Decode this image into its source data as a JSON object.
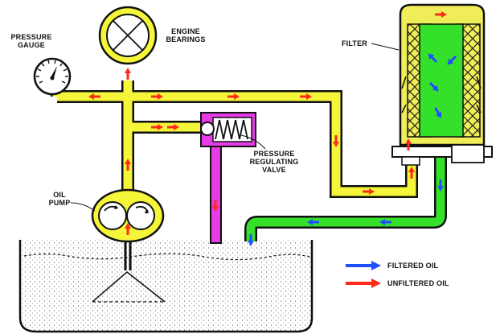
{
  "labels": {
    "pressure_gauge": [
      "PRESSURE",
      "GAUGE"
    ],
    "engine_bearings": [
      "ENGINE",
      "BEARINGS"
    ],
    "filter": "FILTER",
    "pressure_regulating_valve": [
      "PRESSURE",
      "REGULATING",
      "VALVE"
    ],
    "oil_pump": [
      "OIL",
      "PUMP"
    ]
  },
  "legend": [
    {
      "text": "FILTERED OIL",
      "color": "#1f4fff",
      "icon": "blue-arrow"
    },
    {
      "text": "UNFILTERED OIL",
      "color": "#ff2a1a",
      "icon": "red-arrow"
    }
  ],
  "colors": {
    "unfiltered_line": "#f5f53a",
    "filtered_line": "#35e02a",
    "valve": "#e63be6",
    "unfiltered_arrow": "#ff2a1a",
    "filtered_arrow": "#1f4fff"
  }
}
